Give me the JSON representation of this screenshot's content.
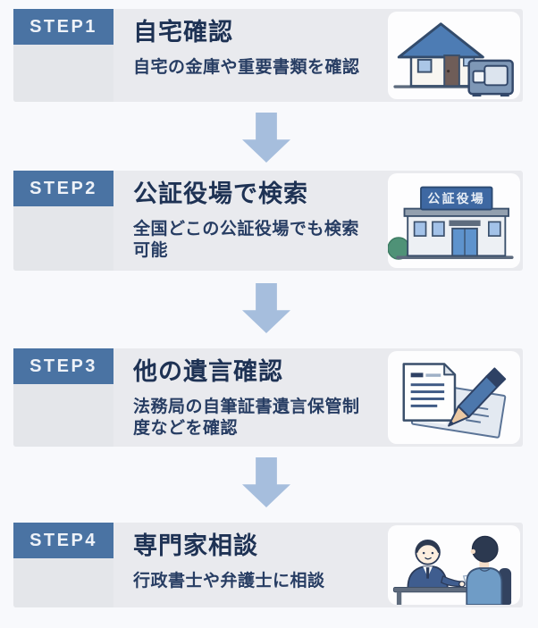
{
  "colors": {
    "badge_blue": "#4a73a3",
    "arrow_blue": "#a6bedd",
    "title_navy": "#1e3254",
    "card_gray": "#e9eaee",
    "page_bg": "#f8f9fc"
  },
  "steps": [
    {
      "badge": "STEP1",
      "title": "自宅確認",
      "description": "自宅の金庫や重要書類を確認",
      "icon": "house-safe-icon"
    },
    {
      "badge": "STEP2",
      "title": "公証役場で検索",
      "description": "全国どこの公証役場でも検索可能",
      "icon": "notary-office-icon",
      "icon_sign": "公証役場"
    },
    {
      "badge": "STEP3",
      "title": "他の遺言確認",
      "description": "法務局の自筆証書遺言保管制度などを確認",
      "icon": "documents-pen-icon"
    },
    {
      "badge": "STEP4",
      "title": "専門家相談",
      "description": "行政書士や弁護士に相談",
      "icon": "consultation-icon"
    }
  ]
}
